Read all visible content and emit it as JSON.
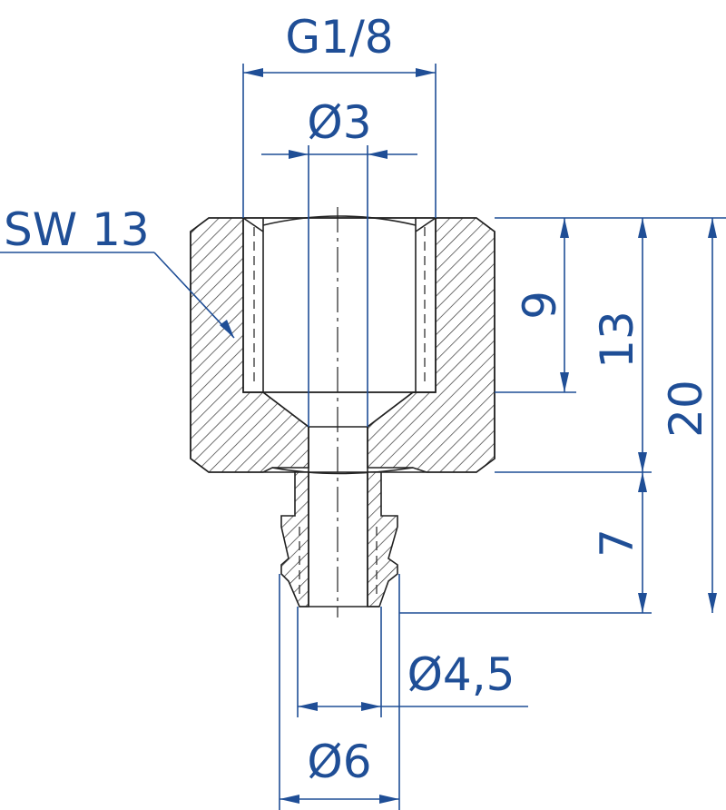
{
  "dimensions": {
    "thread": "G1/8",
    "bore": "Ø3",
    "wrench_size": "SW 13",
    "thread_depth": "9",
    "body_height": "13",
    "total_height": "20",
    "barb_length": "7",
    "hose_inner": "Ø4,5",
    "hose_outer": "Ø6"
  },
  "colors": {
    "dimension": "#1f4e96",
    "part_outline": "#222222"
  }
}
